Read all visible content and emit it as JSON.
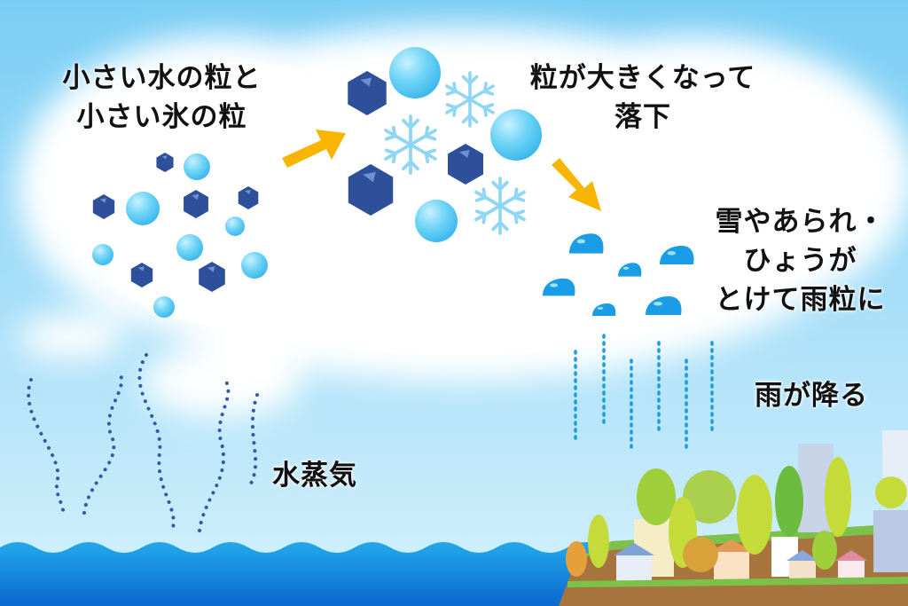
{
  "labels": {
    "small_particles_line1": "小さい水の粒と",
    "small_particles_line2": "小さい氷の粒",
    "grow_line1": "粒が大きくなって",
    "grow_line2": "落下",
    "melt_line1": "雪やあられ・",
    "melt_line2": "ひょうが",
    "melt_line3": "とけて雨粒に",
    "rain": "雨が降る",
    "vapor": "水蒸気"
  },
  "colors": {
    "sky_top": "#79cdf4",
    "sky_bottom": "#d6f1fc",
    "cloud": "#ffffff",
    "water_drop": "#5fcdf5",
    "ice_particle": "#2e4f9a",
    "arrow": "#f7b500",
    "rain_drop": "#1a9de6",
    "sea": "#1588df",
    "vapor_dots": "#2f5aa8"
  }
}
